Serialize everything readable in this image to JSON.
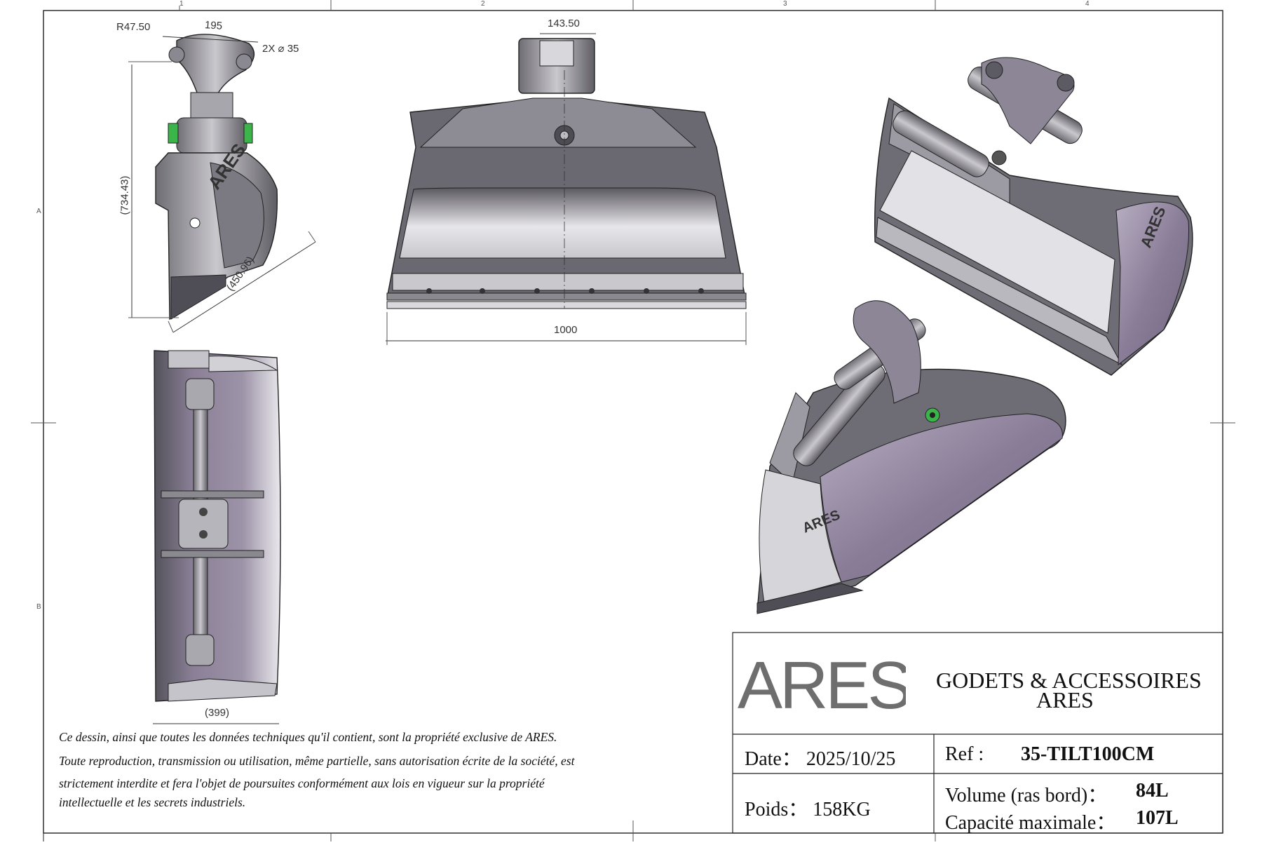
{
  "dimensions": {
    "r_pivot": "R47.50",
    "pin_spacing": "195",
    "pin_holes": "2X ⌀ 35",
    "height": "(734.43)",
    "diagonal": "(450.96)",
    "ear_width": "143.50",
    "bucket_width": "1000",
    "depth": "(399)"
  },
  "zones": {
    "top": [
      "1",
      "2",
      "3",
      "4"
    ],
    "side": [
      "A",
      "B"
    ]
  },
  "title_block": {
    "brand": "ARES",
    "title_line1": "GODETS & ACCESSOIRES",
    "title_line2": "ARES",
    "date_label": "Date：",
    "date_value": "2025/10/25",
    "ref_label": "Ref :",
    "ref_value": "35-TILT100CM",
    "weight_label": "Poids：",
    "weight_value": "158KG",
    "volume_label": "Volume (ras bord)：",
    "volume_value": "84L",
    "capacity_label": "Capacité maximale：",
    "capacity_value": "107L"
  },
  "notice": {
    "line1": "Ce dessin, ainsi que toutes les données techniques qu'il contient, sont la propriété exclusive de ARES.",
    "line2": "Toute reproduction, transmission ou utilisation, même partielle, sans autorisation écrite de la société, est",
    "line3": "strictement interdite et fera l'objet de poursuites conformément aux lois en vigueur sur la propriété",
    "line4": "intellectuelle et les secrets industriels."
  },
  "colors": {
    "line": "#222222",
    "steel": "#8f8d94",
    "steel_light": "#d9d8dc",
    "purple": "#8c7f99",
    "accent_green": "#3bb54a",
    "logo_gray": "#6e6e6e"
  }
}
